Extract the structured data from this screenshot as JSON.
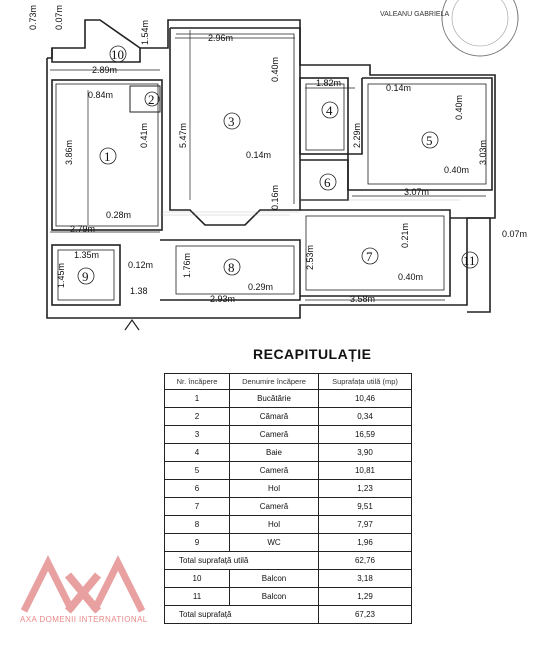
{
  "stamp": {
    "text": "VALEANU GABRIELA"
  },
  "plan": {
    "dimensions": [
      "0.73m",
      "0.07m",
      "1.54m",
      "2.89m",
      "0.84m",
      "0.41m",
      "3.86m",
      "0.28m",
      "2.79m",
      "2.96m",
      "0.40m",
      "5.47m",
      "0.14m",
      "0.16m",
      "1.82m",
      "2.29m",
      "0.14m",
      "0.40m",
      "3.03m",
      "0.40m",
      "3.07m",
      "0.21m",
      "0.07m",
      "0.40m",
      "2.53m",
      "1.76m",
      "0.29m",
      "2.93m",
      "3.58m",
      "1.35m",
      "0.12m",
      "1.45m",
      "1.38"
    ],
    "room_numbers": [
      "1",
      "2",
      "3",
      "4",
      "5",
      "6",
      "7",
      "8",
      "9",
      "10",
      "11"
    ]
  },
  "recap": {
    "title": "RECAPITULAȚIE",
    "headers": [
      "Nr. încăpere",
      "Denumire încăpere",
      "Suprafața utilă (mp)"
    ],
    "rows": [
      [
        "1",
        "Bucătărie",
        "10,46"
      ],
      [
        "2",
        "Cămară",
        "0,34"
      ],
      [
        "3",
        "Cameră",
        "16,59"
      ],
      [
        "4",
        "Baie",
        "3,90"
      ],
      [
        "5",
        "Cameră",
        "10,81"
      ],
      [
        "6",
        "Hol",
        "1,23"
      ],
      [
        "7",
        "Cameră",
        "9,51"
      ],
      [
        "8",
        "Hol",
        "7,97"
      ],
      [
        "9",
        "WC",
        "1,96"
      ]
    ],
    "total_util_label": "Total suprafață utilă",
    "total_util_value": "62,76",
    "balcony_rows": [
      [
        "10",
        "Balcon",
        "3,18"
      ],
      [
        "11",
        "Balcon",
        "1,29"
      ]
    ],
    "total_label": "Total suprafață",
    "total_value": "67,23"
  },
  "logo": {
    "letters": "AXA",
    "text": "AXA DOMENII INTERNATIONAL",
    "color": "#e8a0a0"
  }
}
